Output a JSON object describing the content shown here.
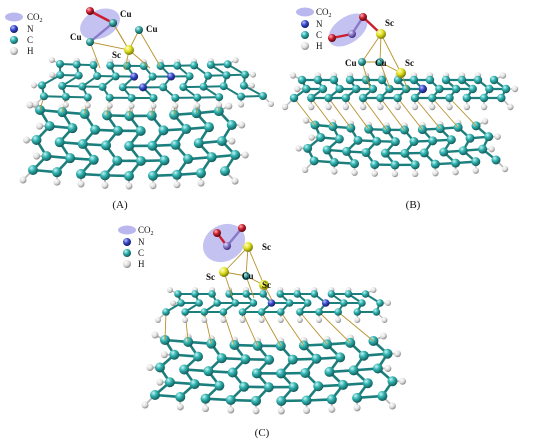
{
  "colors": {
    "co2_ellipse": "#b9b7ee",
    "nitrogen": "#3848c8",
    "carbon": "#2fb3b1",
    "carbon_dark": "#1d7f7d",
    "hydrogen": "#e4e4e4",
    "scandium": "#e0e020",
    "copper": "#2f9f9c",
    "oxygen": "#cc1e2e",
    "co2_carbon": "#8a78c8",
    "bond_interlayer": "#b8922e"
  },
  "icons": [
    "co2-swatch-icon",
    "nitrogen-sphere-icon",
    "carbon-sphere-icon",
    "hydrogen-sphere-icon"
  ],
  "panels": [
    {
      "id": "A",
      "label": "(A)",
      "legend": {
        "co2": "CO",
        "co2_sub": "2",
        "n": "N",
        "c": "C",
        "h": "H"
      },
      "atom_labels": [
        "Cu",
        "Cu",
        "Cu",
        "Sc"
      ]
    },
    {
      "id": "B",
      "label": "(B)",
      "legend": {
        "co2": "CO",
        "co2_sub": "2",
        "n": "N",
        "c": "C",
        "h": "H"
      },
      "atom_labels": [
        "Sc",
        "Cu",
        "Cu",
        "Sc"
      ]
    },
    {
      "id": "C",
      "label": "(C)",
      "legend": {
        "co2": "CO",
        "co2_sub": "2",
        "n": "N",
        "c": "C",
        "h": "H"
      },
      "atom_labels": [
        "Sc",
        "Sc",
        "Cu",
        "Sc"
      ]
    }
  ]
}
